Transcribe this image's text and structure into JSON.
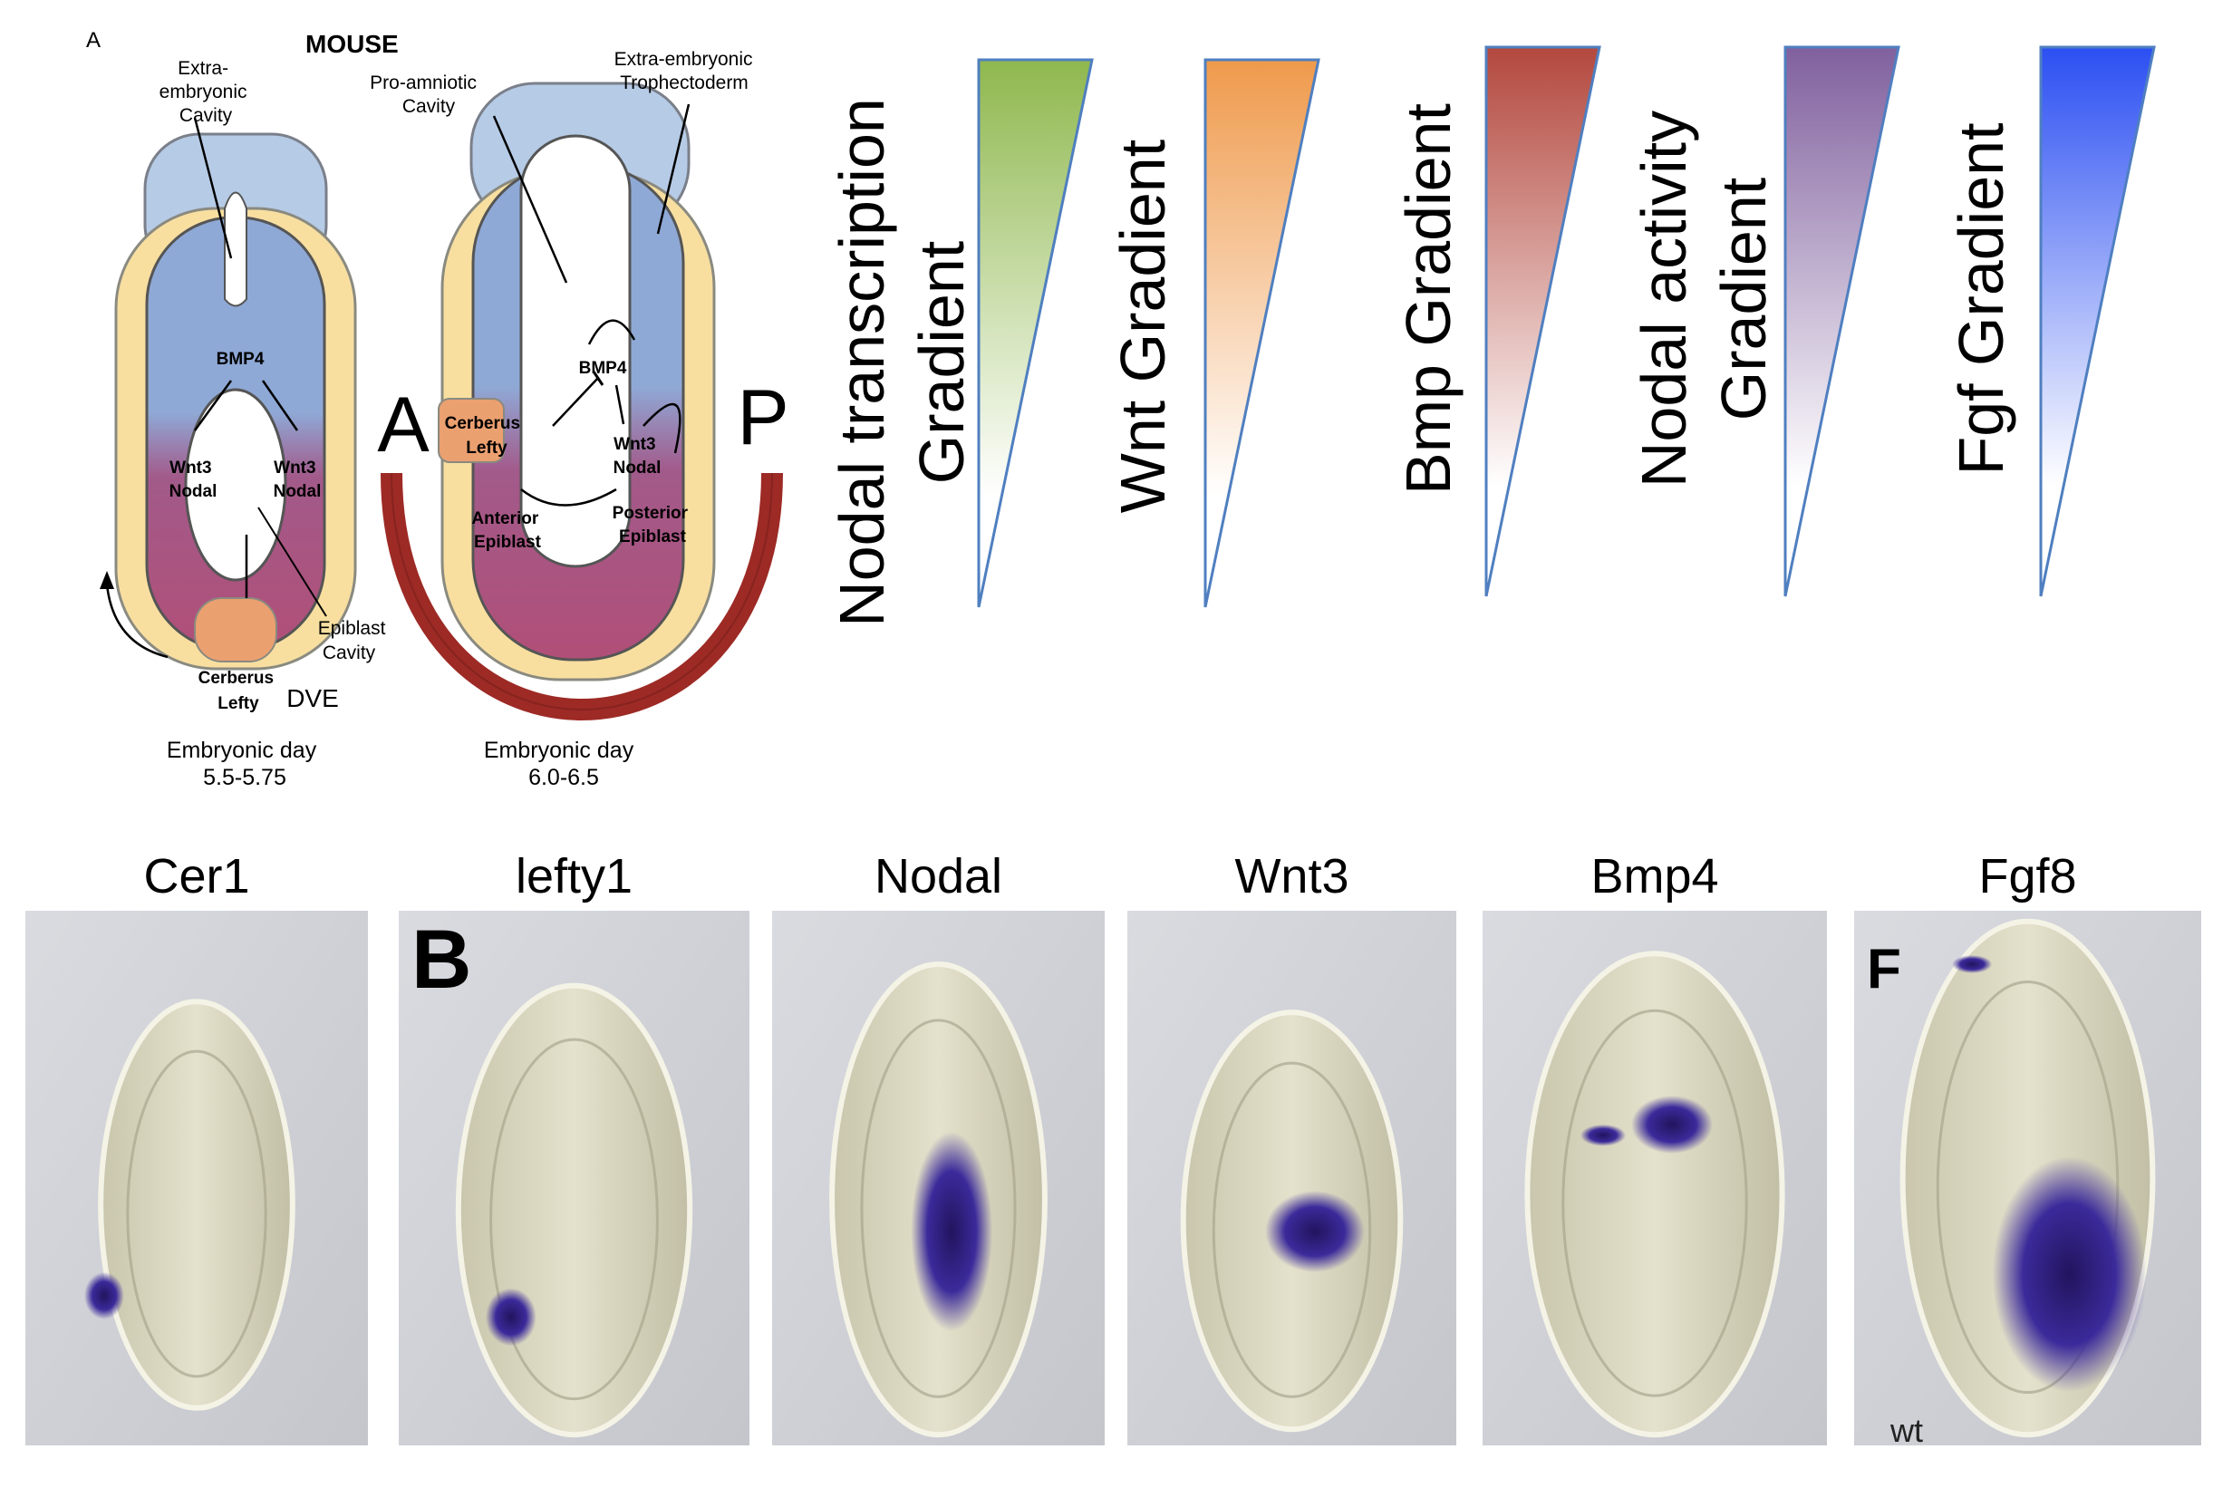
{
  "figure": {
    "panel_label": "A",
    "species": "MOUSE",
    "embryo_early": {
      "extraembryonic_cavity": [
        "Extra-",
        "embryonic",
        "Cavity"
      ],
      "bmp4": "BMP4",
      "wnt3_nodal_left": [
        "Wnt3",
        "Nodal"
      ],
      "wnt3_nodal_right": [
        "Wnt3",
        "Nodal"
      ],
      "epiblast_cavity": [
        "Epiblast",
        "Cavity"
      ],
      "cerberus_lefty": [
        "Cerberus",
        "Lefty"
      ],
      "dve": "DVE",
      "stage": [
        "Embryonic day",
        "5.5-5.75"
      ]
    },
    "embryo_late": {
      "proamniotic_cavity": [
        "Pro-amniotic",
        "Cavity"
      ],
      "trophectoderm": [
        "Extra-embryonic",
        "Trophectoderm"
      ],
      "bmp4": "BMP4",
      "cerberus_lefty": [
        "Cerberus",
        "Lefty"
      ],
      "wnt3_nodal": [
        "Wnt3",
        "Nodal"
      ],
      "anterior_epiblast": [
        "Anterior",
        "Epiblast"
      ],
      "posterior_epiblast": [
        "Posterior",
        "Epiblast"
      ],
      "stage": [
        "Embryonic day",
        "6.0-6.5"
      ]
    },
    "axis": {
      "anterior": "A",
      "posterior": "P"
    }
  },
  "gradients": [
    {
      "lines": [
        "Nodal transcription",
        "Gradient"
      ],
      "color": "#8fb84e"
    },
    {
      "lines": [
        "Wnt Gradient"
      ],
      "color": "#ef9a4c"
    },
    {
      "lines": [
        "Bmp Gradient"
      ],
      "color": "#b3483e"
    },
    {
      "lines": [
        "Nodal activity",
        "Gradient"
      ],
      "color": "#80609e"
    },
    {
      "lines": [
        "Fgf Gradient"
      ],
      "color": "#2b4ff2"
    }
  ],
  "photos": [
    {
      "title": "Cer1",
      "letter": ""
    },
    {
      "title": "lefty1",
      "letter": "B"
    },
    {
      "title": "Nodal",
      "letter": ""
    },
    {
      "title": "Wnt3",
      "letter": ""
    },
    {
      "title": "Bmp4",
      "letter": ""
    },
    {
      "title": "Fgf8",
      "letter": "F",
      "footer": "wt"
    }
  ],
  "colors": {
    "epiblast_blue": "#8fa9d6",
    "extraembryonic_blue": "#b6cbe6",
    "visceral_yellow": "#f8dfa0",
    "distal_pink": "#b14f78",
    "dve_orange": "#eba070",
    "axis_arc": "#9d2a25",
    "stain": "#3b2a9a"
  }
}
